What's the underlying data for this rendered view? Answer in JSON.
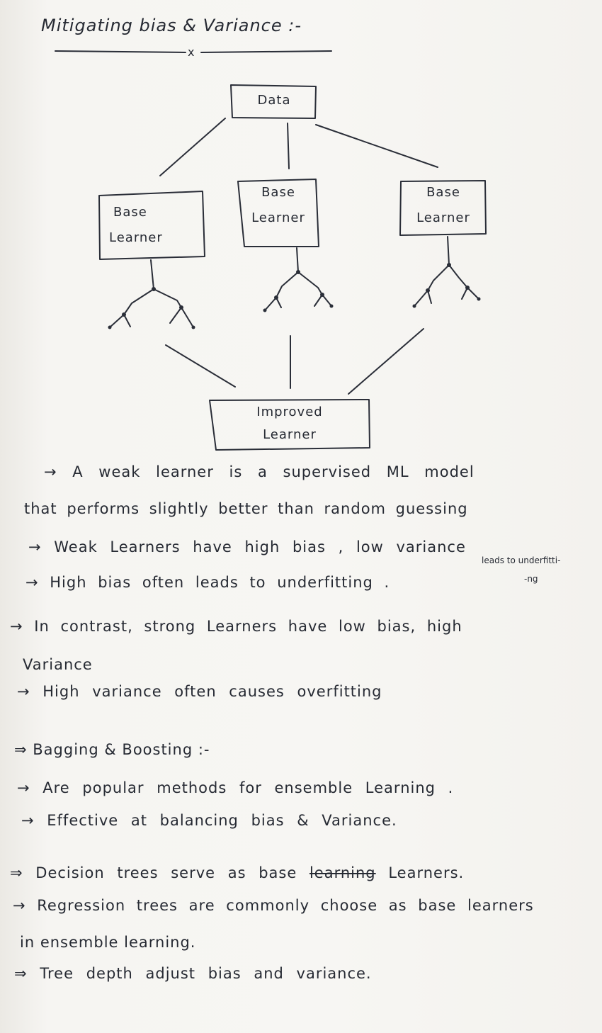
{
  "title": "Mitigating bias & Variance :-",
  "title_mark": "x",
  "diagram": {
    "top_box": "Data",
    "base_learner_left": [
      "Base",
      "Learner"
    ],
    "base_learner_mid": [
      "Base",
      "Learner"
    ],
    "base_learner_right": [
      "Base",
      "Learner"
    ],
    "bottom_box": [
      "Improved",
      "Learner"
    ]
  },
  "notes": {
    "l1": "→ A weak learner is a supervised ML model",
    "l2": "that performs slightly better than random guessing",
    "l3": "→ Weak Learners have high bias , low variance",
    "l3_side1": "leads to underfitti-",
    "l3_side2": "-ng",
    "l4": "→ High bias often leads to underfitting .",
    "l5": "→ In contrast, strong Learners have low bias, high",
    "l6": "Variance",
    "l7": "→ High variance often causes overfitting",
    "heading2": "⇒ Bagging & Boosting :-",
    "l8": "→ Are popular methods for ensemble Learning .",
    "l9": "→ Effective at balancing bias & Variance.",
    "l10_a": "⇒ Decision trees serve as base",
    "l10_strike": "learning",
    "l10_b": "Learners.",
    "l11": "→ Regression trees are commonly choose as base learners",
    "l12": "in ensemble learning.",
    "l13": "⇒ Tree depth adjust bias and variance."
  }
}
